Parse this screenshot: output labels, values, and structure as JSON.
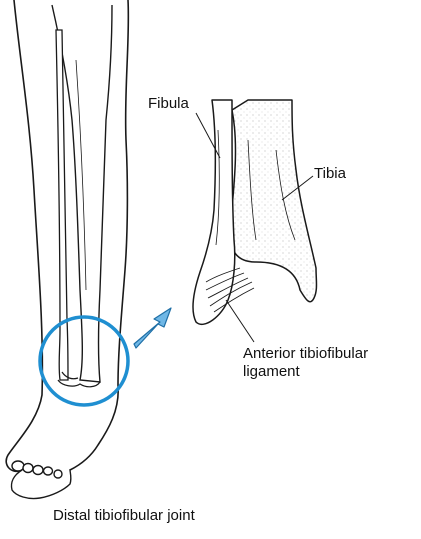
{
  "labels": {
    "fibula": "Fibula",
    "tibia": "Tibia",
    "ligament_line1": "Anterior tibiofibular",
    "ligament_line2": "ligament"
  },
  "caption": "Distal tibiofibular joint",
  "colors": {
    "circle": "#1f8fd1",
    "arrow_fill": "#6fb7e6",
    "ink": "#1a1a1a"
  }
}
